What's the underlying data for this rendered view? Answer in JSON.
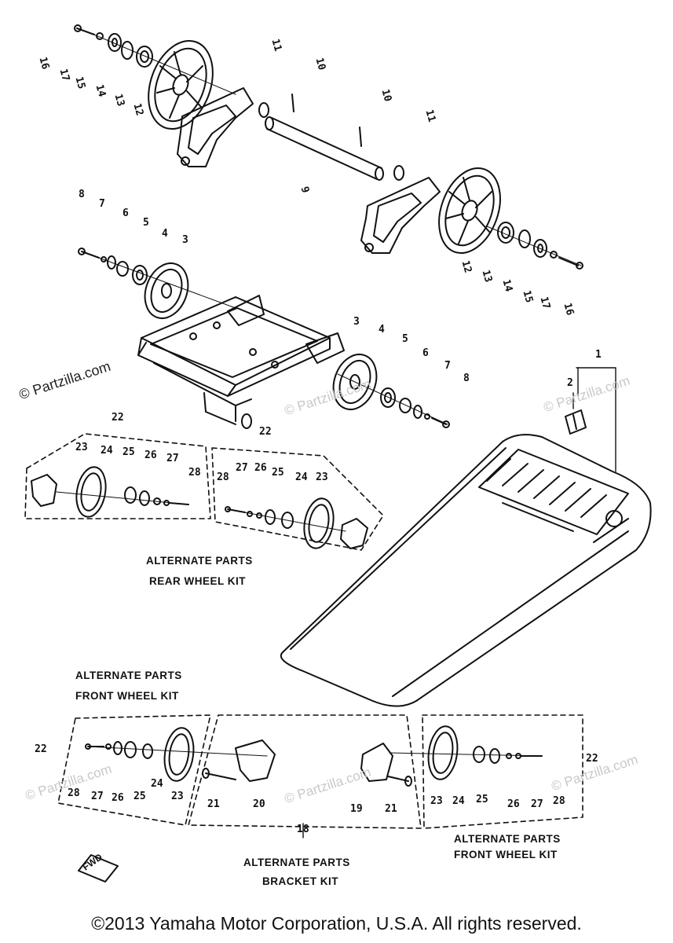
{
  "watermarks": {
    "main": "© Partzilla.com",
    "faint": "© Partzilla.com"
  },
  "labels": {
    "n16a": "16",
    "n17a": "17",
    "n15a": "15",
    "n14a": "14",
    "n13a": "13",
    "n12a": "12",
    "n11a": "11",
    "n10a": "10",
    "n10b": "10",
    "n11b": "11",
    "n9": "9",
    "n12b": "12",
    "n13b": "13",
    "n14b": "14",
    "n15b": "15",
    "n17b": "17",
    "n16b": "16",
    "n8a": "8",
    "n7a": "7",
    "n6a": "6",
    "n5a": "5",
    "n4a": "4",
    "n3a": "3",
    "n3b": "3",
    "n4b": "4",
    "n5b": "5",
    "n6b": "6",
    "n7b": "7",
    "n8b": "8",
    "n1": "1",
    "n2": "2",
    "n22a": "22",
    "n22b": "22",
    "l23a": "23",
    "l24a": "24",
    "l25a": "25",
    "l26a": "26",
    "l27a": "27",
    "l28a": "28",
    "l28b": "28",
    "l27b": "27",
    "l26b": "26",
    "l25b": "25",
    "l24b": "24",
    "l23b": "23",
    "f22a": "22",
    "f28a": "28",
    "f27a": "27",
    "f26a": "26",
    "f25a": "25",
    "f24a": "24",
    "f23a": "23",
    "f21a": "21",
    "f20": "20",
    "f18": "18",
    "f19": "19",
    "f21b": "21",
    "f23b": "23",
    "f24b": "24",
    "f25b": "25",
    "f26b": "26",
    "f27b": "27",
    "f28b": "28",
    "f22b": "22"
  },
  "captions": {
    "rear_line1": "ALTERNATE PARTS",
    "rear_line2": "REAR WHEEL KIT",
    "front_left_line1": "ALTERNATE PARTS",
    "front_left_line2": "FRONT WHEEL KIT",
    "bracket_line1": "ALTERNATE PARTS",
    "bracket_line2": "BRACKET KIT",
    "front_right_line1": "ALTERNATE PARTS",
    "front_right_line2": "FRONT WHEEL KIT"
  },
  "fwd_mark": "FWD",
  "copyright": "©2013 Yamaha Motor Corporation, U.S.A. All rights reserved."
}
